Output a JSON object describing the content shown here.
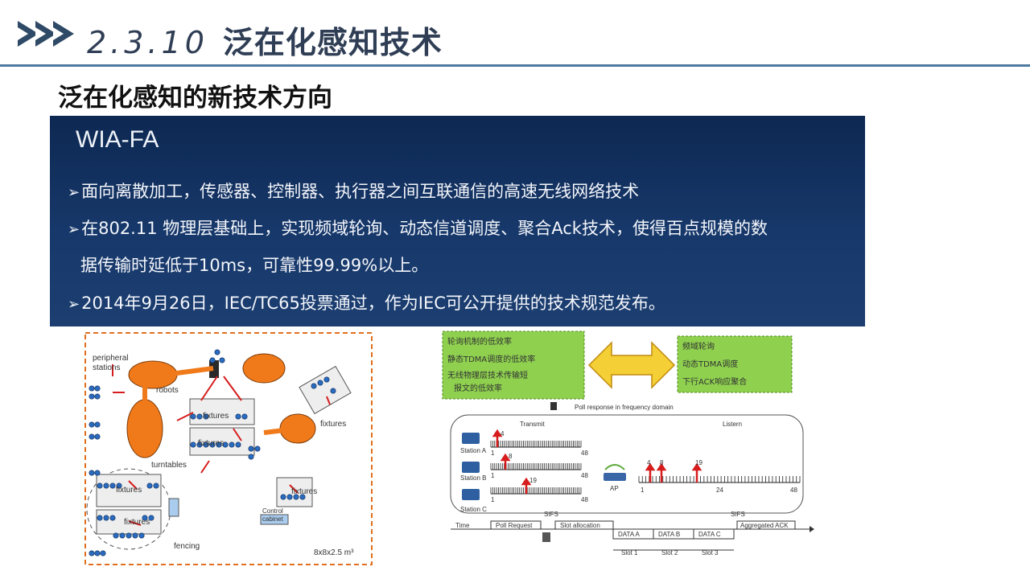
{
  "header": {
    "number": "2.3.10",
    "title": "泛在化感知技术"
  },
  "subtitle": "泛在化感知的新技术方向",
  "panel": {
    "title": "WIA-FA",
    "bullets": [
      "面向离散加工，传感器、控制器、执行器之间互联通信的高速无线网络技术",
      "在802.11 物理层基础上，实现频域轮询、动态信道调度、聚合Ack技术，使得百点规模的数",
      "据传输时延低于10ms，可靠性99.99%以上。",
      "2014年9月26日，IEC/TC65投票通过，作为IEC可公开提供的技术规范发布。"
    ]
  },
  "diagram_left": {
    "peripheral": "peripheral",
    "stations": "stations",
    "robots": "robots",
    "fixtures": "fixtures",
    "turntables": "turntables",
    "fencing": "fencing",
    "control": "Control",
    "cabinet": "cabinet",
    "size": "8x8x2.5 m³"
  },
  "diagram_right": {
    "left_box": [
      "轮询机制的低效率",
      "静态TDMA调度的低效率",
      "无线物理层技术传输短",
      "报文的低效率"
    ],
    "right_box": [
      "频域轮询",
      "动态TDMA调度",
      "下行ACK响应聚合"
    ],
    "poll_title": "Poll response in frequency domain",
    "transmit": "Transmit",
    "listen": "Listern",
    "station_a": "Station A",
    "station_b": "Station B",
    "station_c": "Station C",
    "ap": "AP",
    "n1": "1",
    "n48": "48",
    "n4": "4",
    "n8": "8",
    "n19": "19",
    "n24": "24",
    "sifs": "SIFS",
    "time": "Time",
    "poll_request": "Poll Request",
    "slot_allocation": "Slot allocation",
    "data_a": "DATA A",
    "data_b": "DATA B",
    "data_c": "DATA C",
    "aggregated_ack": "Aggregated ACK",
    "slot1": "Slot 1",
    "slot2": "Slot 2",
    "slot3": "Slot 3"
  }
}
